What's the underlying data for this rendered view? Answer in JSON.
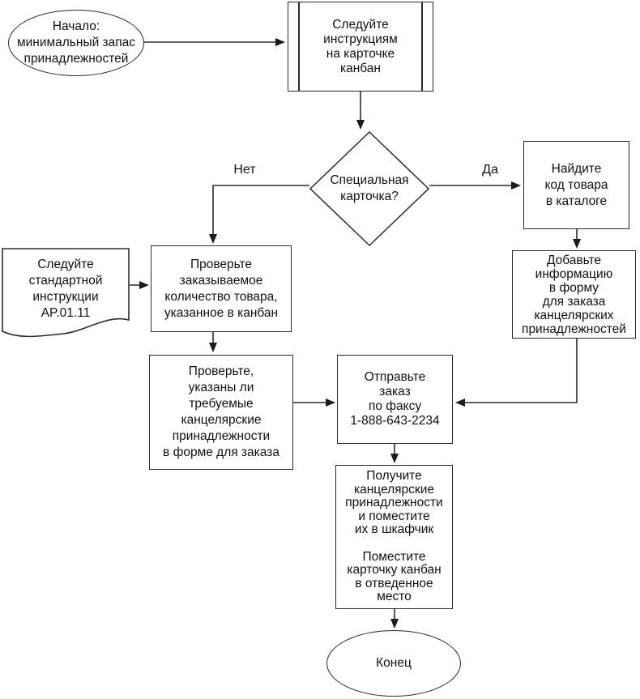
{
  "diagram": {
    "title": "Kanban office-supplies ordering flowchart",
    "language": "ru",
    "colors": {
      "line": "#2b2b2b",
      "background": "#ffffff",
      "text": "#111111"
    }
  },
  "nodes": {
    "start": {
      "type": "terminator",
      "label": "Начало:\nминимальный запас\nпринадлежностей"
    },
    "follow_kanban": {
      "type": "predefined-process",
      "label": "Следуйте\nинструкциям\nна карточке\nканбан"
    },
    "special_card": {
      "type": "decision",
      "label": "Специальная\nкарточка?"
    },
    "find_code": {
      "type": "process",
      "label": "Найдите\nкод товара\nв каталоге"
    },
    "add_info": {
      "type": "process",
      "label": "Добавьте\nинформацию\nв форму\nдля заказа\nканцелярских\nпринадлежностей"
    },
    "standard_instruction": {
      "type": "document",
      "label": "Следуйте\nстандартной\nинструкции\nAP.01.11"
    },
    "check_quantity": {
      "type": "process",
      "label": "Проверьте\nзаказываемое\nколичество товара,\nуказанное в канбан"
    },
    "check_listed": {
      "type": "process",
      "label": "Проверьте,\nуказаны ли\nтребуемые\nканцелярские\nпринадлежности\nв форме для заказа"
    },
    "send_fax": {
      "type": "process",
      "label": "Отправьте\nзаказ\nпо факсу\n1-888-643-2234"
    },
    "receive_supplies": {
      "type": "process",
      "label": "Получите\nканцелярские\nпринадлежности\nи поместите\nих в шкафчик\n\nПоместите\nкарточку канбан\nв отведенное\nместо"
    },
    "end": {
      "type": "terminator",
      "label": "Конец"
    }
  },
  "edges": [
    {
      "from": "start",
      "to": "follow_kanban",
      "label": ""
    },
    {
      "from": "follow_kanban",
      "to": "special_card",
      "label": ""
    },
    {
      "from": "special_card",
      "to": "check_quantity",
      "label": "Нет"
    },
    {
      "from": "special_card",
      "to": "find_code",
      "label": "Да"
    },
    {
      "from": "find_code",
      "to": "add_info",
      "label": ""
    },
    {
      "from": "add_info",
      "to": "send_fax",
      "label": ""
    },
    {
      "from": "standard_instruction",
      "to": "check_quantity",
      "label": ""
    },
    {
      "from": "check_quantity",
      "to": "check_listed",
      "label": ""
    },
    {
      "from": "check_listed",
      "to": "send_fax",
      "label": ""
    },
    {
      "from": "send_fax",
      "to": "receive_supplies",
      "label": ""
    },
    {
      "from": "receive_supplies",
      "to": "end",
      "label": ""
    }
  ]
}
